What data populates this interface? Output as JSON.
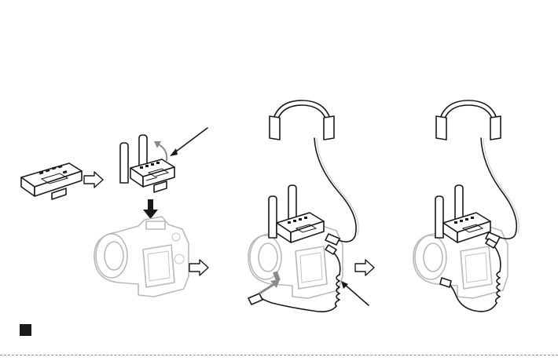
{
  "diagram": {
    "steps": [
      {
        "id": "receiver-unit",
        "description": ""
      },
      {
        "id": "antenna-unfold",
        "description": ""
      },
      {
        "id": "mount-on-camera",
        "description": ""
      },
      {
        "id": "connect-audio-cable",
        "description": ""
      },
      {
        "id": "monitor-with-headphones",
        "description": ""
      }
    ],
    "colors": {
      "ink": "#1a1a1a",
      "camera": "#b9b9b9",
      "background": "#ffffff"
    },
    "icons": [
      "headphones-icon",
      "camera-icon",
      "receiver-icon",
      "arrow-right-icon",
      "arrow-down-icon",
      "curved-arrow-icon",
      "pointer-line-icon"
    ]
  }
}
